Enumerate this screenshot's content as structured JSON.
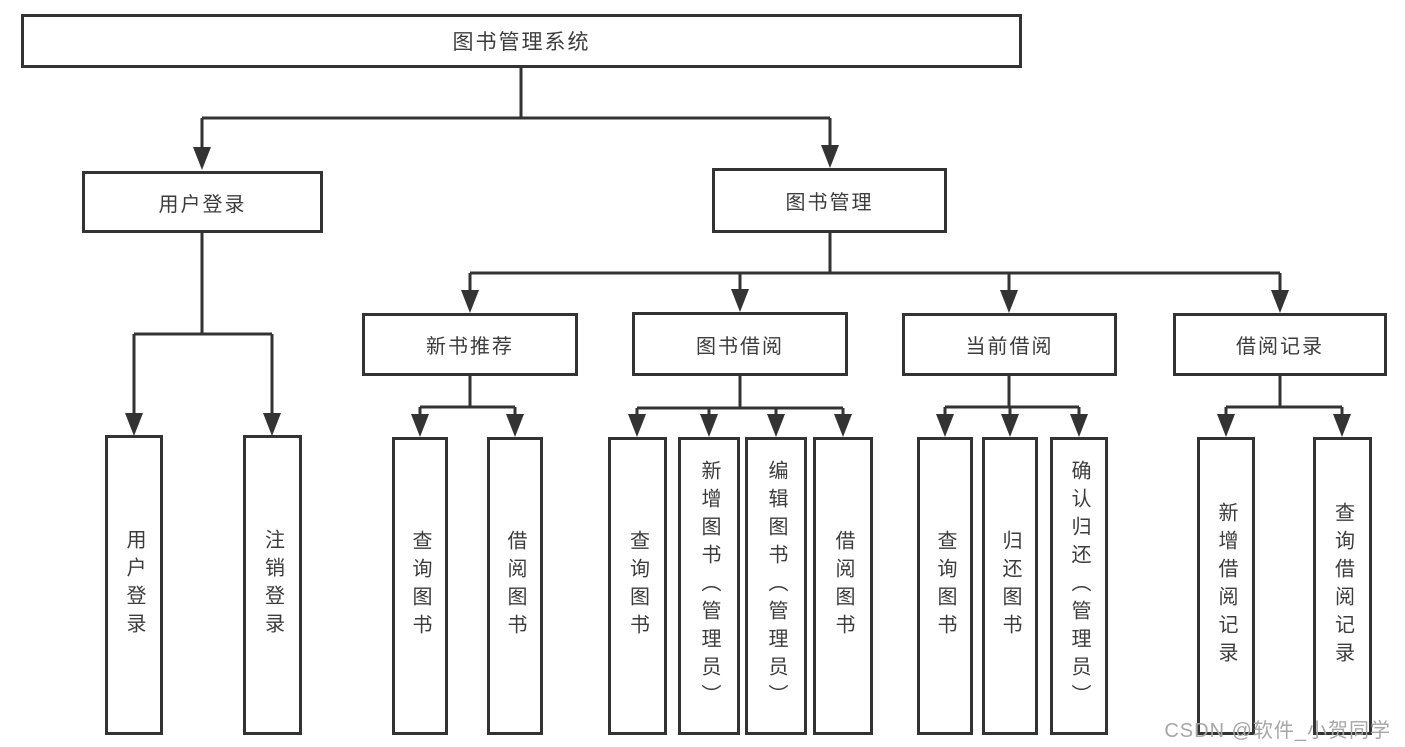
{
  "nodes": {
    "root": "图书管理系统",
    "userLogin": "用户登录",
    "bookManagement": "图书管理",
    "newBookRecommend": "新书推荐",
    "bookBorrow": "图书借阅",
    "currentBorrow": "当前借阅",
    "borrowRecord": "借阅记录",
    "leafUserLogin": "用户登录",
    "leafLogout": "注销登录",
    "leafNbQueryBook": "查询图书",
    "leafNbBorrowBook": "借阅图书",
    "leafBbQueryBook": "查询图书",
    "leafBbAddBook": "新增图书（管理员）",
    "leafBbEditBook": "编辑图书（管理员）",
    "leafBbBorrowBook": "借阅图书",
    "leafCbQueryBook": "查询图书",
    "leafCbReturnBook": "归还图书",
    "leafCbConfirmReturn": "确认归还（管理员）",
    "leafBrAddRecord": "新增借阅记录",
    "leafBrQueryRecord": "查询借阅记录"
  },
  "watermark": "CSDN @软件_小贺同学",
  "colors": {
    "line": "#333333",
    "text": "#3c3c3c",
    "watermark": "#a6a6a6",
    "background": "#ffffff"
  }
}
